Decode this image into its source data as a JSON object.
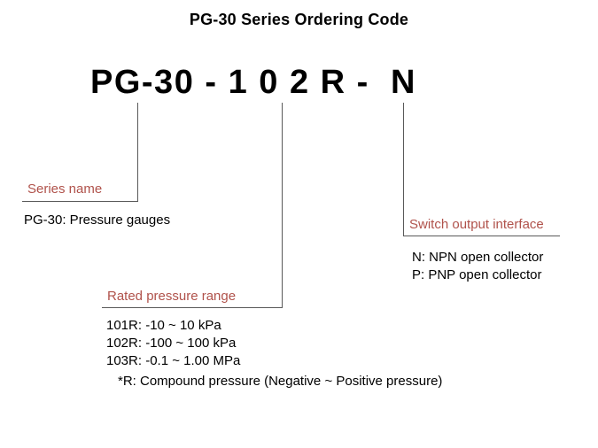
{
  "title": "PG-30 Series Ordering Code",
  "code": "PG-30 - 1 0 2 R -  N",
  "series": {
    "label": "Series name",
    "desc": "PG-30: Pressure gauges"
  },
  "pressure": {
    "label": "Rated pressure range",
    "items": {
      "0": "101R: -10 ~ 10 kPa",
      "1": "102R: -100 ~ 100 kPa",
      "2": "103R: -0.1 ~ 1.00 MPa"
    },
    "note": "*R: Compound pressure (Negative ~ Positive pressure)"
  },
  "switch_output": {
    "label": "Switch output interface",
    "items": {
      "0": "N: NPN open collector",
      "1": "P: PNP open collector"
    }
  },
  "colors": {
    "label_red": "#b0524b",
    "line_gray": "#595959",
    "text_black": "#000000"
  }
}
